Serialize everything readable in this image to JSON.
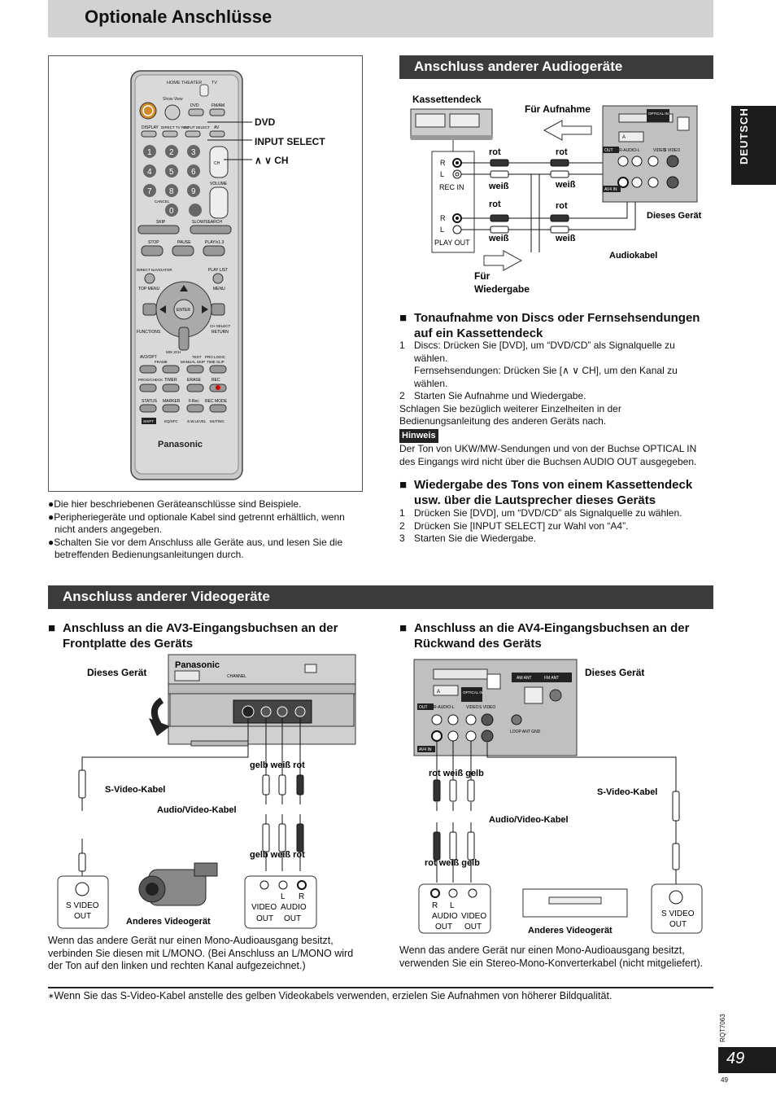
{
  "page": {
    "title": "Optionale Anschlüsse",
    "side_tab": "DEUTSCH",
    "page_number": "49",
    "page_number_small": "49",
    "doc_code": "RQT7063"
  },
  "remote": {
    "labels": {
      "dvd": "DVD",
      "input_select": "INPUT SELECT",
      "ch": "∧ ∨ CH"
    },
    "keys": {
      "home_theater": "HOME THEATER",
      "tv": "TV",
      "show_view": "Show View",
      "dvd": "DVD",
      "fm_am": "FM/AM",
      "display": "DISPLAY",
      "direct_tv_rec": "DIRECT TV REC",
      "input_select": "INPUT SELECT",
      "av": "AV",
      "ch": "CH",
      "volume": "VOLUME",
      "cancel": "CANCEL",
      "skip": "SKIP",
      "slow_search": "SLOW/SEARCH",
      "stop": "STOP",
      "pause": "PAUSE",
      "play": "PLAY/x1.3",
      "direct_navigator": "DIRECT NAVIGATOR",
      "play_list": "PLAY LIST",
      "top_menu": "TOP MENU",
      "menu": "MENU",
      "enter": "ENTER",
      "functions": "FUNCTIONS",
      "ch_select": "CH SELECT",
      "return": "RETURN",
      "av2_opt": "AV2/OPT",
      "mix_2ch": "MIX 2CH",
      "test": "TEST",
      "pro_logic": "PRO LOGIC",
      "frame": "FRAME",
      "manual_skip": "MANUAL SKIP",
      "time_slip": "TIME SLIP",
      "prog_check": "PROG/CHECK",
      "timer": "TIMER",
      "erase": "ERASE",
      "rec": "REC",
      "status": "STATUS",
      "marker": "MARKER",
      "f_rec": "F.Rec",
      "rec_mode": "REC MODE",
      "shift": "SHIFT",
      "eq_sfc": "EQ/SFC",
      "s_w_level": "S.W.LEVEL",
      "muting": "MUTING",
      "brand": "Panasonic"
    },
    "digits": [
      "1",
      "2",
      "3",
      "4",
      "5",
      "6",
      "7",
      "8",
      "9",
      "0"
    ]
  },
  "notes": [
    "Die hier beschriebenen Geräteanschlüsse sind Beispiele.",
    "Peripheriegeräte und optionale Kabel sind getrennt erhältlich, wenn nicht anders angegeben.",
    "Schalten Sie vor dem Anschluss alle Geräte aus, und lesen Sie die betreffenden Bedienungsanleitungen durch."
  ],
  "audio": {
    "header": "Anschluss anderer Audiogeräte",
    "diagram": {
      "kassettendeck": "Kassettendeck",
      "fuer_aufnahme": "Für Aufnahme",
      "fuer": "Für",
      "wiedergabe": "Wiedergabe",
      "rot": "rot",
      "weiss": "weiß",
      "r": "R",
      "l": "L",
      "rec_in": "REC IN",
      "play_out": "PLAY OUT",
      "dieses_geraet": "Dieses Gerät",
      "audiokabel": "Audiokabel"
    },
    "s1": {
      "title": "Tonaufnahme von Discs oder Fernsehsendungen auf ein Kassettendeck",
      "steps": [
        {
          "n": "1",
          "text": "Discs: Drücken Sie [DVD], um “DVD/CD” als Signalquelle zu wählen."
        },
        {
          "n": "",
          "text": "Fernsehsendungen: Drücken Sie [∧ ∨ CH], um den Kanal zu wählen."
        },
        {
          "n": "2",
          "text": "Starten Sie Aufnahme und Wiedergabe."
        }
      ],
      "after": "Schlagen Sie bezüglich weiterer Einzelheiten in der Bedienungsanleitung des anderen Geräts nach.",
      "hinweis": "Hinweis",
      "hinweis_text": "Der Ton von UKW/MW-Sendungen und von der Buchse OPTICAL IN des Eingangs wird nicht über die Buchsen AUDIO OUT ausgegeben."
    },
    "s2": {
      "title": "Wiedergabe des Tons von einem Kassettendeck usw. über die Lautsprecher dieses Geräts",
      "steps": [
        {
          "n": "1",
          "text": "Drücken Sie [DVD], um “DVD/CD” als Signalquelle zu wählen."
        },
        {
          "n": "2",
          "text": "Drücken Sie [INPUT SELECT] zur Wahl von “A4”."
        },
        {
          "n": "3",
          "text": "Starten Sie die Wiedergabe."
        }
      ]
    }
  },
  "video": {
    "header": "Anschluss anderer Videogeräte",
    "left": {
      "title": "Anschluss an die AV3-Eingangsbuchsen an der Frontplatte des Geräts",
      "dieses_geraet": "Dieses Gerät",
      "s_video_kabel": "S-Video-Kabel",
      "av_kabel": "Audio/Video-Kabel",
      "colors_top": "gelb weiß rot",
      "colors_bottom": "gelb weiß rot",
      "s_video": "S VIDEO",
      "out": "OUT",
      "anderes": "Anderes Videogerät",
      "l": "L",
      "r": "R",
      "video": "VIDEO",
      "audio": "AUDIO",
      "brand": "Panasonic",
      "channel": "CHANNEL",
      "note": "Wenn das andere Gerät nur einen Mono-Audioausgang besitzt, verbinden Sie diesen mit L/MONO. (Bei Anschluss an L/MONO wird der Ton auf den linken und rechten Kanal aufgezeichnet.)"
    },
    "right": {
      "title": "Anschluss an die AV4-Eingangsbuchsen an der Rückwand des Geräts",
      "dieses_geraet": "Dieses Gerät",
      "s_video_kabel": "S-Video-Kabel",
      "av_kabel": "Audio/Video-Kabel",
      "colors_top": "rot weiß gelb",
      "colors_bottom": "rot weiß gelb",
      "s_video": "S VIDEO",
      "out": "OUT",
      "anderes": "Anderes Videogerät",
      "l": "L",
      "r": "R",
      "video": "VIDEO",
      "audio": "AUDIO",
      "note": "Wenn das andere Gerät nur einen Mono-Audioausgang besitzt, verwenden Sie ein Stereo-Mono-Konverterkabel (nicht mitgeliefert)."
    },
    "footnote": "Wenn Sie das S-Video-Kabel anstelle des gelben Videokabels verwenden, erzielen Sie Aufnahmen von höherer Bildqualität."
  },
  "back_panel": {
    "optical_in": "OPTICAL IN",
    "out": "OUT",
    "r_audio_l": "R-AUDIO-L",
    "video": "VIDEO",
    "s_video": "S VIDEO",
    "av4_in": "AV4 IN",
    "am_ant": "AM ANT",
    "fm_ant": "FM ANT",
    "loop_ant_gnd": "LOOP ANT GND",
    "a": "A"
  }
}
